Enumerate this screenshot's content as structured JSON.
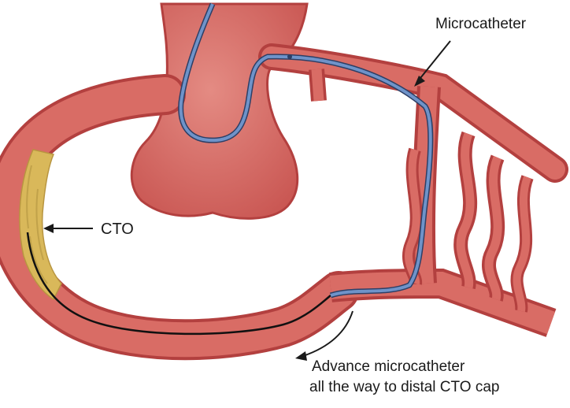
{
  "labels": {
    "microcatheter": "Microcatheter",
    "cto": "CTO",
    "advance_line1": "Advance microcatheter",
    "advance_line2": "all the way to distal CTO cap"
  },
  "colors": {
    "vessel_wall": "#c0484a",
    "vessel_lumen": "#d86b64",
    "vessel_highlight": "#e58a82",
    "occlusion_plaque": "#d9b85a",
    "microcatheter": "#5a7fb8",
    "microcatheter_core": "#2d3f66",
    "guidewire": "#111111",
    "label_text": "#1a1a1a"
  }
}
